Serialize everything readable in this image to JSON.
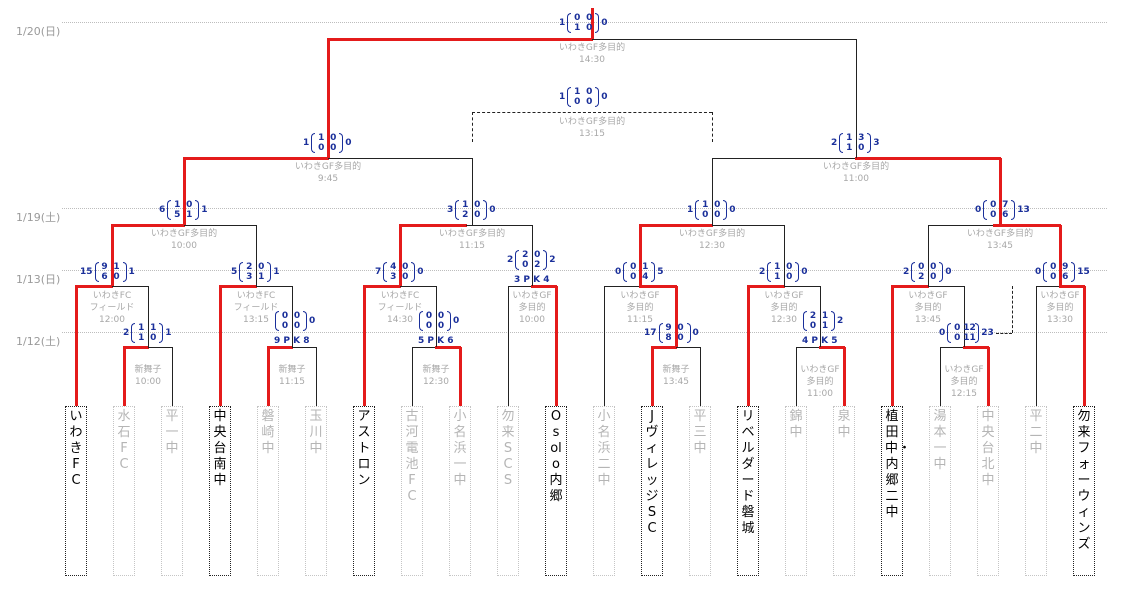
{
  "dates": [
    "1/20(日)",
    "1/19(土)",
    "1/13(日)",
    "1/12(土)"
  ],
  "teams": [
    "いわきFC",
    "水石FC",
    "平一中",
    "中央台南中",
    "磐崎中",
    "玉川中",
    "アストロン",
    "古河電池FC",
    "小名浜一中",
    "勿来SCS",
    "Osolo内郷",
    "小名浜二中",
    "JヴィレッジSC",
    "平三中",
    "リベルダード磐城",
    "錦中",
    "泉中",
    "植田中・内郷二中",
    "湯本一中",
    "中央台北中",
    "平二中",
    "勿来フォーウィンズ"
  ],
  "team_states": [
    "win",
    "lose",
    "lose",
    "win",
    "lose",
    "lose",
    "win",
    "lose",
    "lose",
    "lose",
    "win",
    "lose",
    "win",
    "lose",
    "win",
    "lose",
    "lose",
    "win",
    "lose",
    "lose",
    "lose",
    "win"
  ],
  "matches": [
    {
      "id": "r1a",
      "venue": "新舞子",
      "time": "10:00",
      "left": "2",
      "h1": [
        "1",
        "1"
      ],
      "h2": [
        "1",
        "0"
      ],
      "right": "1"
    },
    {
      "id": "r1b",
      "venue": "新舞子",
      "time": "11:15",
      "left": "",
      "h1": [
        "0",
        "0"
      ],
      "h2": [
        "0",
        "0"
      ],
      "right": "0",
      "pk": "9 P K 8"
    },
    {
      "id": "r1c",
      "venue": "新舞子",
      "time": "12:30",
      "left": "",
      "h1": [
        "0",
        "0"
      ],
      "h2": [
        "0",
        "0"
      ],
      "right": "0",
      "pk": "5 P K 6"
    },
    {
      "id": "r1d",
      "venue": "新舞子",
      "time": "13:45",
      "left": "17",
      "h1": [
        "9",
        "8"
      ],
      "h2": [
        "0",
        "0"
      ],
      "right": "0"
    },
    {
      "id": "r1e",
      "venue": "いわきGF\n多目的",
      "time": "11:00",
      "left": "",
      "h1": [
        "2",
        "0"
      ],
      "h2": [
        "1",
        "1"
      ],
      "right": "2",
      "pk": "4 P K 5"
    },
    {
      "id": "r1f",
      "venue": "いわきGF\n多目的",
      "time": "12:15",
      "left": "0",
      "h1": [
        "0",
        "0"
      ],
      "h2": [
        "12",
        "11"
      ],
      "right": "23"
    },
    {
      "id": "r2a",
      "venue": "いわきFC\nフィールド",
      "time": "12:00",
      "left": "15",
      "h1": [
        "9",
        "6"
      ],
      "h2": [
        "1",
        "0"
      ],
      "right": "1"
    },
    {
      "id": "r2b",
      "venue": "いわきFC\nフィールド",
      "time": "13:15",
      "left": "5",
      "h1": [
        "2",
        "3"
      ],
      "h2": [
        "0",
        "1"
      ],
      "right": "1"
    },
    {
      "id": "r2c",
      "venue": "いわきFC\nフィールド",
      "time": "14:30",
      "left": "7",
      "h1": [
        "4",
        "3"
      ],
      "h2": [
        "0",
        "0"
      ],
      "right": "0"
    },
    {
      "id": "r2d",
      "venue": "いわきGF\n多目的",
      "time": "10:00",
      "left": "2",
      "h1": [
        "2",
        "0"
      ],
      "h2": [
        "0",
        "2"
      ],
      "right": "2",
      "pk": "3 P K 4"
    },
    {
      "id": "r2e",
      "venue": "いわきGF\n多目的",
      "time": "11:15",
      "left": "0",
      "h1": [
        "0",
        "0"
      ],
      "h2": [
        "1",
        "4"
      ],
      "right": "5"
    },
    {
      "id": "r2f",
      "venue": "いわきGF\n多目的",
      "time": "12:30",
      "left": "2",
      "h1": [
        "1",
        "1"
      ],
      "h2": [
        "0",
        "0"
      ],
      "right": "0"
    },
    {
      "id": "r2g",
      "venue": "いわきGF\n多目的",
      "time": "13:45",
      "left": "2",
      "h1": [
        "0",
        "2"
      ],
      "h2": [
        "0",
        "0"
      ],
      "right": "0"
    },
    {
      "id": "r2h",
      "venue": "いわきGF\n多目的",
      "time": "13:30",
      "left": "0",
      "h1": [
        "0",
        "0"
      ],
      "h2": [
        "9",
        "6"
      ],
      "right": "15"
    },
    {
      "id": "r3a",
      "venue": "いわきGF多目的",
      "time": "10:00",
      "left": "6",
      "h1": [
        "1",
        "5"
      ],
      "h2": [
        "0",
        "1"
      ],
      "right": "1"
    },
    {
      "id": "r3b",
      "venue": "いわきGF多目的",
      "time": "11:15",
      "left": "3",
      "h1": [
        "1",
        "2"
      ],
      "h2": [
        "0",
        "0"
      ],
      "right": "0"
    },
    {
      "id": "r3c",
      "venue": "いわきGF多目的",
      "time": "12:30",
      "left": "1",
      "h1": [
        "1",
        "0"
      ],
      "h2": [
        "0",
        "0"
      ],
      "right": "0"
    },
    {
      "id": "r3d",
      "venue": "いわきGF多目的",
      "time": "13:45",
      "left": "0",
      "h1": [
        "0",
        "0"
      ],
      "h2": [
        "7",
        "6"
      ],
      "right": "13"
    },
    {
      "id": "sfL",
      "venue": "いわきGF多目的",
      "time": "9:45",
      "left": "1",
      "h1": [
        "1",
        "0"
      ],
      "h2": [
        "0",
        "0"
      ],
      "right": "0"
    },
    {
      "id": "sfR",
      "venue": "いわきGF多目的",
      "time": "11:00",
      "left": "2",
      "h1": [
        "1",
        "1"
      ],
      "h2": [
        "3",
        "0"
      ],
      "right": "3"
    },
    {
      "id": "third",
      "venue": "いわきGF多目的",
      "time": "13:15",
      "left": "1",
      "h1": [
        "1",
        "0"
      ],
      "h2": [
        "0",
        "0"
      ],
      "right": "0"
    },
    {
      "id": "final",
      "venue": "いわきGF多目的",
      "time": "14:30",
      "left": "1",
      "h1": [
        "0",
        "1"
      ],
      "h2": [
        "0",
        "0"
      ],
      "right": "0"
    }
  ],
  "colors": {
    "winner_line": "#e41b1b",
    "line": "#222222",
    "score": "#1a2f9a",
    "muted_text": "#a8a8a8"
  }
}
